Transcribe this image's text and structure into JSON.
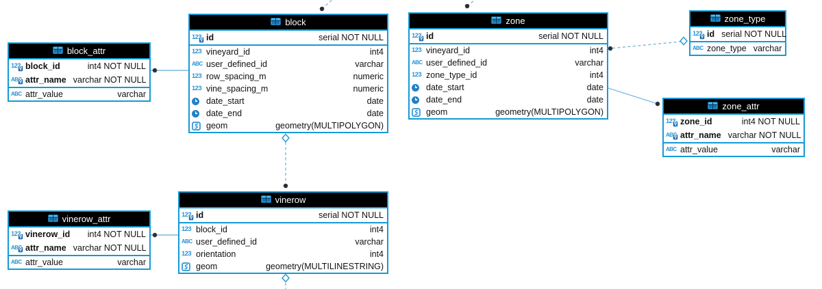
{
  "diagram": {
    "tables": [
      {
        "name": "block_attr",
        "columns": [
          {
            "icon": "numeric",
            "pk": true,
            "name": "block_id",
            "type": "int4 NOT NULL"
          },
          {
            "icon": "text",
            "pk": true,
            "name": "attr_name",
            "type": "varchar NOT NULL"
          },
          {
            "icon": "text",
            "pk": false,
            "name": "attr_value",
            "type": "varchar"
          }
        ]
      },
      {
        "name": "block",
        "columns": [
          {
            "icon": "numeric",
            "pk": true,
            "name": "id",
            "type": "serial NOT NULL"
          },
          {
            "icon": "numeric",
            "pk": false,
            "name": "vineyard_id",
            "type": "int4"
          },
          {
            "icon": "text",
            "pk": false,
            "name": "user_defined_id",
            "type": "varchar"
          },
          {
            "icon": "numeric",
            "pk": false,
            "name": "row_spacing_m",
            "type": "numeric"
          },
          {
            "icon": "numeric",
            "pk": false,
            "name": "vine_spacing_m",
            "type": "numeric"
          },
          {
            "icon": "date",
            "pk": false,
            "name": "date_start",
            "type": "date"
          },
          {
            "icon": "date",
            "pk": false,
            "name": "date_end",
            "type": "date"
          },
          {
            "icon": "geometry",
            "pk": false,
            "name": "geom",
            "type": "geometry(MULTIPOLYGON)"
          }
        ]
      },
      {
        "name": "zone",
        "columns": [
          {
            "icon": "numeric",
            "pk": true,
            "name": "id",
            "type": "serial NOT NULL"
          },
          {
            "icon": "numeric",
            "pk": false,
            "name": "vineyard_id",
            "type": "int4"
          },
          {
            "icon": "text",
            "pk": false,
            "name": "user_defined_id",
            "type": "varchar"
          },
          {
            "icon": "numeric",
            "pk": false,
            "name": "zone_type_id",
            "type": "int4"
          },
          {
            "icon": "date",
            "pk": false,
            "name": "date_start",
            "type": "date"
          },
          {
            "icon": "date",
            "pk": false,
            "name": "date_end",
            "type": "date"
          },
          {
            "icon": "geometry",
            "pk": false,
            "name": "geom",
            "type": "geometry(MULTIPOLYGON)"
          }
        ]
      },
      {
        "name": "zone_type",
        "columns": [
          {
            "icon": "numeric",
            "pk": true,
            "name": "id",
            "type": "serial NOT NULL"
          },
          {
            "icon": "text",
            "pk": false,
            "name": "zone_type",
            "type": "varchar"
          }
        ]
      },
      {
        "name": "zone_attr",
        "columns": [
          {
            "icon": "numeric",
            "pk": true,
            "name": "zone_id",
            "type": "int4 NOT NULL"
          },
          {
            "icon": "text",
            "pk": true,
            "name": "attr_name",
            "type": "varchar NOT NULL"
          },
          {
            "icon": "text",
            "pk": false,
            "name": "attr_value",
            "type": "varchar"
          }
        ]
      },
      {
        "name": "vinerow_attr",
        "columns": [
          {
            "icon": "numeric",
            "pk": true,
            "name": "vinerow_id",
            "type": "int4 NOT NULL"
          },
          {
            "icon": "text",
            "pk": true,
            "name": "attr_name",
            "type": "varchar NOT NULL"
          },
          {
            "icon": "text",
            "pk": false,
            "name": "attr_value",
            "type": "varchar"
          }
        ]
      },
      {
        "name": "vinerow",
        "columns": [
          {
            "icon": "numeric",
            "pk": true,
            "name": "id",
            "type": "serial NOT NULL"
          },
          {
            "icon": "numeric",
            "pk": false,
            "name": "block_id",
            "type": "int4"
          },
          {
            "icon": "text",
            "pk": false,
            "name": "user_defined_id",
            "type": "varchar"
          },
          {
            "icon": "numeric",
            "pk": false,
            "name": "orientation",
            "type": "int4"
          },
          {
            "icon": "geometry",
            "pk": false,
            "name": "geom",
            "type": "geometry(MULTILINESTRING)"
          }
        ]
      }
    ],
    "relationships": [
      {
        "from": "block_attr.block_id",
        "to": "block.id",
        "line": "solid"
      },
      {
        "from": "vinerow_attr.vinerow_id",
        "to": "vinerow.id",
        "line": "solid"
      },
      {
        "from": "vinerow.block_id",
        "to": "block.id",
        "line": "dashed"
      },
      {
        "from": "zone.zone_type_id",
        "to": "zone_type.id",
        "line": "dashed"
      },
      {
        "from": "zone_attr.zone_id",
        "to": "zone.id",
        "line": "solid"
      },
      {
        "from": "block.vineyard_id",
        "to": "off-canvas-top",
        "line": "dashed"
      },
      {
        "from": "zone.vineyard_id",
        "to": "off-canvas-top",
        "line": "dashed"
      },
      {
        "from": "vinerow.id",
        "to": "off-canvas-bottom",
        "line": "dashed"
      }
    ],
    "colors": {
      "entity_border": "#149ad6",
      "header_bg": "#000000",
      "header_text": "#ffffff",
      "icon_blue": "#2a93d5",
      "wire": "#7db8dc",
      "connector_dot": "#2d2d35",
      "body_bg": "#ffffff",
      "text": "#111111"
    }
  }
}
